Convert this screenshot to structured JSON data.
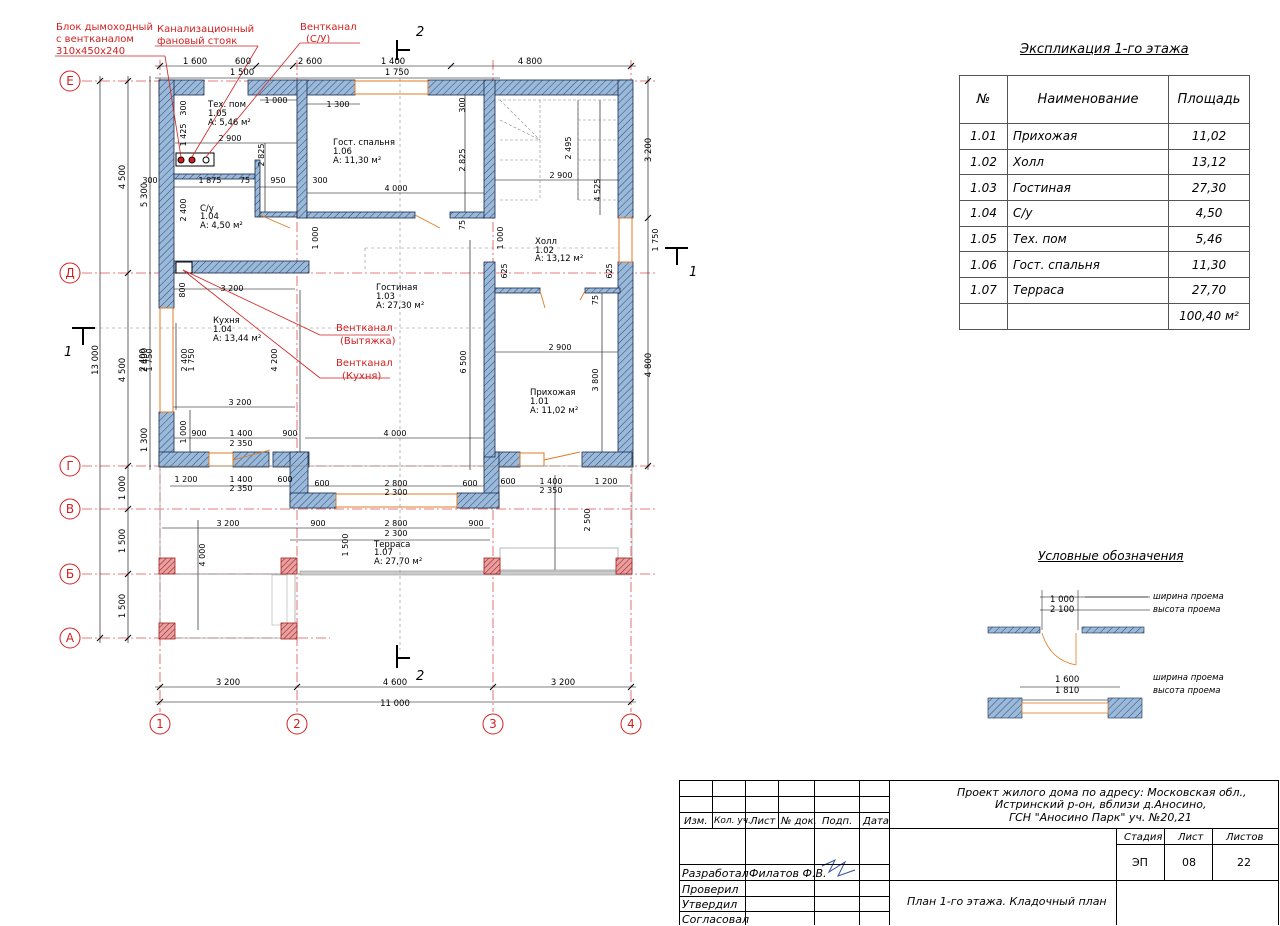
{
  "callouts": {
    "chimney": [
      "Блок дымоходный",
      "с вентканалом",
      "310x450x240"
    ],
    "sewer": [
      "Канализационный",
      "фановый стояк"
    ],
    "vent_su": [
      "Вентканал",
      "(С/У)"
    ],
    "vent_exhaust": [
      "Вентканал",
      "(Вытяжка)"
    ],
    "vent_kitchen": [
      "Вентканал",
      "(Кухня)"
    ]
  },
  "axes": {
    "rows": [
      "Е",
      "Д",
      "Г",
      "В",
      "Б",
      "А"
    ],
    "cols": [
      "1",
      "2",
      "3",
      "4"
    ]
  },
  "sections": {
    "s1": "1",
    "s2": "2"
  },
  "rooms": [
    {
      "name": "Тех. пом",
      "num": "1.05",
      "area": "А: 5,46 м²"
    },
    {
      "name": "Гост. спальня",
      "num": "1.06",
      "area": "А: 11,30 м²"
    },
    {
      "name": "С/у",
      "num": "1.04",
      "area": "А: 4,50 м²"
    },
    {
      "name": "Холл",
      "num": "1.02",
      "area": "А: 13,12 м²"
    },
    {
      "name": "Гостиная",
      "num": "1.03",
      "area": "А: 27,30 м²"
    },
    {
      "name": "Кухня",
      "num": "1.04",
      "area": "А: 13,44 м²"
    },
    {
      "name": "Прихожая",
      "num": "1.01",
      "area": "А: 11,02 м²"
    },
    {
      "name": "Терраса",
      "num": "1.07",
      "area": "А: 27,70 м²"
    }
  ],
  "dims": {
    "top1": [
      "1 600",
      "600",
      "2 600",
      "1 400",
      "4 800"
    ],
    "top2": [
      "1 500",
      "1 750"
    ],
    "bottom1": [
      "3 200",
      "4 600",
      "3 200"
    ],
    "bottom_total": "11 000",
    "left_outer": "13 000",
    "left_mid": [
      "4 500",
      "4 500",
      "1 000",
      "1 500",
      "1 500"
    ],
    "left_inner": [
      "5 300",
      "2 400",
      "1 300"
    ],
    "right_outer": [
      "3 200",
      "4 800"
    ],
    "inner": [
      "300",
      "1 425",
      "1 000",
      "1 300",
      "300",
      "2 900",
      "2 825",
      "2 825",
      "300",
      "1 875",
      "75",
      "950",
      "300",
      "4 000",
      "2 400",
      "1 000",
      "75",
      "2 495",
      "2 900",
      "4 525",
      "1 000",
      "1 750",
      "3 200",
      "625",
      "625",
      "75",
      "800",
      "2 900",
      "2 400",
      "1 750",
      "2 400",
      "1 750",
      "4 200",
      "6 500",
      "3 800",
      "3 200",
      "1 000",
      "900",
      "1 400",
      "2 350",
      "900",
      "4 000",
      "1 200",
      "1 400",
      "2 350",
      "600",
      "600",
      "2 800",
      "2 300",
      "600",
      "600",
      "1 400",
      "2 350",
      "1 200",
      "3 200",
      "900",
      "2 800",
      "2 300",
      "900",
      "2 500",
      "4 000",
      "1 500"
    ]
  },
  "explication": {
    "title": "Экспликация 1-го этажа",
    "headers": [
      "№",
      "Наименование",
      "Площадь"
    ],
    "rows": [
      [
        "1.01",
        "Прихожая",
        "11,02"
      ],
      [
        "1.02",
        "Холл",
        "13,12"
      ],
      [
        "1.03",
        "Гостиная",
        "27,30"
      ],
      [
        "1.04",
        "С/у",
        "4,50"
      ],
      [
        "1.05",
        "Тех. пом",
        "5,46"
      ],
      [
        "1.06",
        "Гост. спальня",
        "11,30"
      ],
      [
        "1.07",
        "Терраса",
        "27,70"
      ]
    ],
    "total": "100,40 м²"
  },
  "legend": {
    "title": "Условные обозначения",
    "door": {
      "w": "1 000",
      "h": "2 100",
      "w_label": "ширина проема",
      "h_label": "высота проема"
    },
    "window": {
      "w": "1 600",
      "h": "1 810",
      "w_label": "ширина проема",
      "h_label": "высота проема"
    }
  },
  "stamp": {
    "project": [
      "Проект жилого дома по адресу: Московская обл.,",
      "Истринский р-он, вблизи д.Аносино,",
      "ГСН \"Аносино Парк\" уч. №20,21"
    ],
    "cols": [
      "Изм.",
      "Кол. уч.",
      "Лист",
      "№ док.",
      "Подп.",
      "Дата"
    ],
    "roles": [
      "Разработал",
      "Проверил",
      "Утвердил",
      "Согласовал"
    ],
    "developer": "Филатов Ф.В.",
    "stage_labels": [
      "Стадия",
      "Лист",
      "Листов"
    ],
    "stage_values": [
      "ЭП",
      "08",
      "22"
    ],
    "sheet_title": "План 1-го этажа. Кладочный план"
  }
}
